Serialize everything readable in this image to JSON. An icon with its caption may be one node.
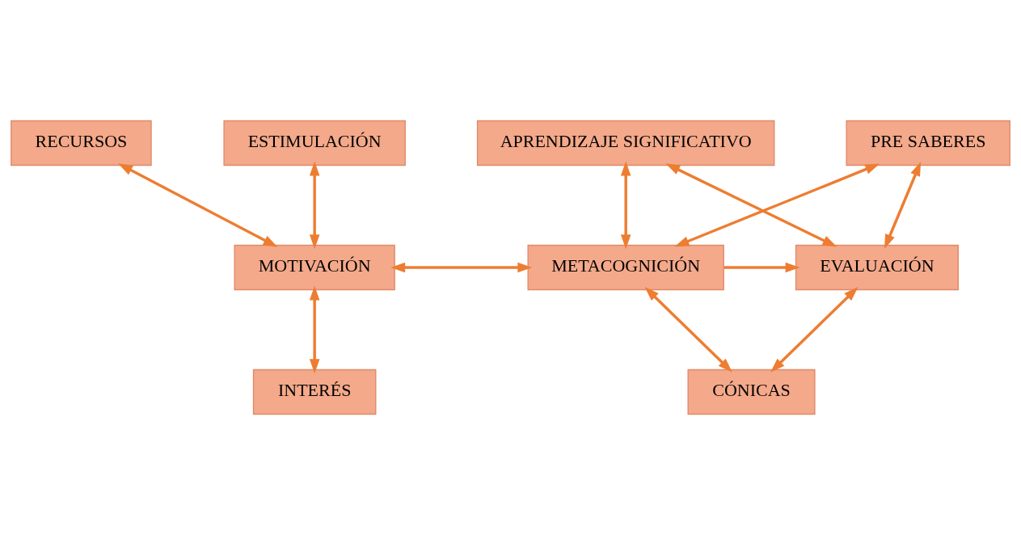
{
  "diagram": {
    "nodes": [
      {
        "text": [
          "APRENDIZAJE SIGNIFICATIVO"
        ]
      },
      {
        "text": [
          "RECURSOS"
        ]
      },
      {
        "text": [
          "ESTIMULACIÓN"
        ]
      },
      {
        "text": [
          "PRE SABERES"
        ]
      },
      {
        "text": [
          "MOTIVACIÓN"
        ]
      },
      {
        "text": [
          "METACOGNICIÓN"
        ]
      },
      {
        "text": [
          "EVALUACIÓN"
        ]
      },
      {
        "text": [
          "INTERÉS"
        ]
      },
      {
        "text": [
          "CÓNICAS"
        ]
      }
    ],
    "edges": [
      {
        "from": 1,
        "to": 4,
        "arrow": "both"
      },
      {
        "from": 4,
        "to": 2,
        "arrow": "both"
      },
      {
        "from": 4,
        "to": 5,
        "arrow": "both"
      },
      {
        "from": 4,
        "to": 7,
        "arrow": "both"
      },
      {
        "from": 5,
        "to": 3,
        "arrow": "both"
      },
      {
        "from": 5,
        "to": 0,
        "arrow": "both"
      },
      {
        "from": 5,
        "to": 6,
        "arrow": "to"
      },
      {
        "from": 6,
        "to": 0,
        "arrow": "both"
      },
      {
        "from": 6,
        "to": 3,
        "arrow": "both"
      },
      {
        "from": 5,
        "to": 8,
        "arrow": "both"
      },
      {
        "from": 8,
        "to": 6,
        "arrow": "both"
      }
    ]
  }
}
